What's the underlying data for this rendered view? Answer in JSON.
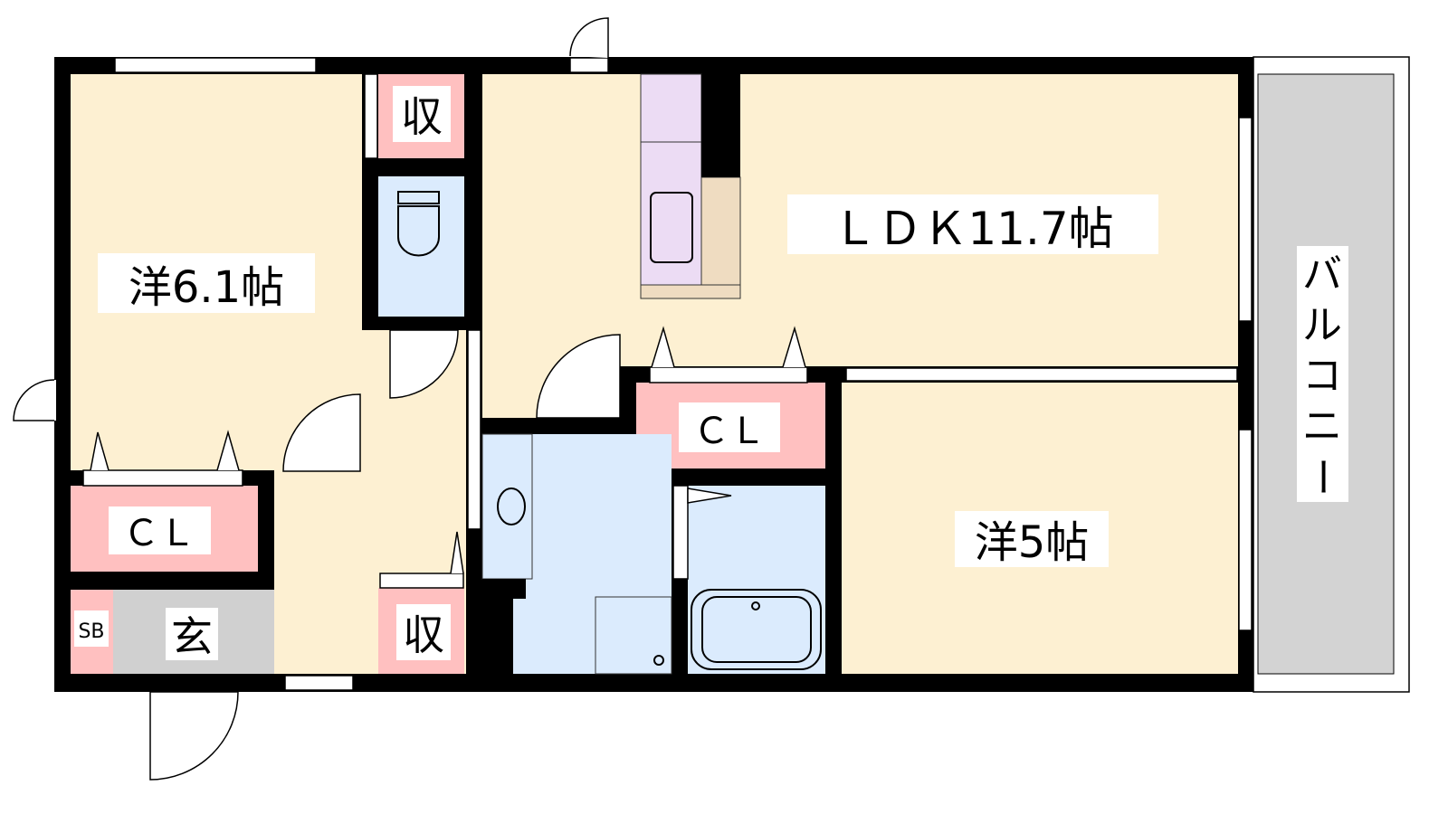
{
  "floorplan": {
    "rooms": {
      "western_room_1": "洋6.1帖",
      "ldk": "ＬＤＫ11.7帖",
      "western_room_2": "洋5帖",
      "closet_left": "ＣＬ",
      "closet_middle": "ＣＬ",
      "storage_top": "収",
      "storage_bottom": "収",
      "entrance": "玄",
      "shoe_box": "SB",
      "balcony": [
        "バ",
        "ル",
        "コ",
        "ニ",
        "ー"
      ]
    },
    "colors": {
      "room": "#fdf0d2",
      "storage": "#ffc0c0",
      "wet": "#dbebfd",
      "kitchen": "#ecdcf4",
      "counter": "#efdcc1",
      "entrance": "#d0d0d0",
      "balcony": "#d3d3d3",
      "wall": "#000000"
    }
  }
}
